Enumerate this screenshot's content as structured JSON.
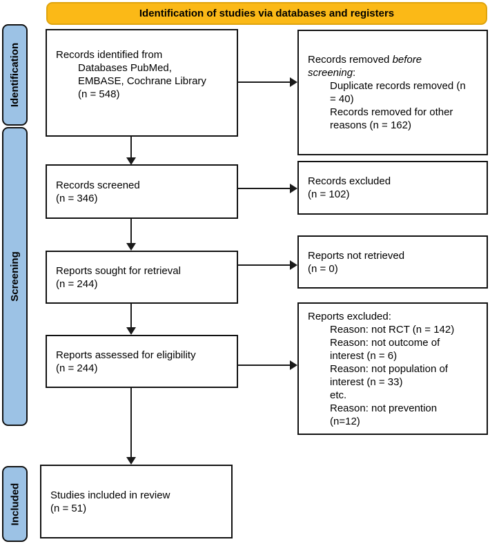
{
  "banner": {
    "label": "Identification of studies via databases and registers"
  },
  "stages": [
    {
      "label": "Identification"
    },
    {
      "label": "Screening"
    },
    {
      "label": "Included"
    }
  ],
  "colors": {
    "banner_bg": "#FBB917",
    "banner_border": "#DFA40E",
    "stage_bg": "#9CC2E5",
    "box_border": "#111111",
    "arrow": "#1a1a1a"
  },
  "counts": {
    "records_identified": 548,
    "duplicates_removed": 40,
    "removed_other_reasons": 162,
    "records_screened": 346,
    "records_excluded": 102,
    "reports_sought": 244,
    "reports_not_retrieved": 0,
    "reports_assessed": 244,
    "excluded_not_rct": 142,
    "excluded_not_outcome": 6,
    "excluded_not_population": 33,
    "excluded_not_prevention": 12,
    "studies_included": 51
  },
  "flow_boxes": {
    "records_identified": {
      "lines": [
        {
          "segments": [
            {
              "text": "Records identified from"
            }
          ]
        },
        {
          "indent": true,
          "segments": [
            {
              "text": "Databases PubMed,"
            }
          ]
        },
        {
          "indent": true,
          "segments": [
            {
              "text": "EMBASE, Cochrane Library"
            }
          ]
        },
        {
          "indent": true,
          "segments": [
            {
              "text": "(n = 548)"
            }
          ]
        }
      ]
    },
    "records_removed": {
      "lines": [
        {
          "segments": [
            {
              "text": "Records removed "
            },
            {
              "text": "before",
              "italic": true
            }
          ]
        },
        {
          "segments": [
            {
              "text": "screening",
              "italic": true
            },
            {
              "text": ":"
            }
          ]
        },
        {
          "indent": true,
          "segments": [
            {
              "text": "Duplicate records removed (n"
            }
          ]
        },
        {
          "indent": true,
          "segments": [
            {
              "text": "= 40)"
            }
          ]
        },
        {
          "indent": true,
          "segments": [
            {
              "text": "Records removed for other"
            }
          ]
        },
        {
          "indent": true,
          "segments": [
            {
              "text": "reasons (n = 162)"
            }
          ]
        }
      ]
    },
    "records_screened": {
      "lines": [
        {
          "segments": [
            {
              "text": "Records screened"
            }
          ]
        },
        {
          "segments": [
            {
              "text": "(n = 346)"
            }
          ]
        }
      ]
    },
    "records_excluded": {
      "lines": [
        {
          "segments": [
            {
              "text": "Records excluded"
            }
          ]
        },
        {
          "segments": [
            {
              "text": "(n = 102)"
            }
          ]
        }
      ]
    },
    "reports_sought": {
      "lines": [
        {
          "segments": [
            {
              "text": "Reports sought for retrieval"
            }
          ]
        },
        {
          "segments": [
            {
              "text": "(n = 244)"
            }
          ]
        }
      ]
    },
    "reports_not_retrieved": {
      "lines": [
        {
          "segments": [
            {
              "text": "Reports not retrieved"
            }
          ]
        },
        {
          "segments": [
            {
              "text": "(n = 0)"
            }
          ]
        }
      ]
    },
    "reports_assessed": {
      "lines": [
        {
          "segments": [
            {
              "text": "Reports assessed for eligibility"
            }
          ]
        },
        {
          "segments": [
            {
              "text": "(n = 244)"
            }
          ]
        }
      ]
    },
    "reports_excluded": {
      "lines": [
        {
          "segments": [
            {
              "text": "Reports excluded:"
            }
          ]
        },
        {
          "indent": true,
          "segments": [
            {
              "text": "Reason: not RCT (n = 142)"
            }
          ]
        },
        {
          "indent": true,
          "segments": [
            {
              "text": "Reason: not outcome of"
            }
          ]
        },
        {
          "indent": true,
          "segments": [
            {
              "text": "interest (n = 6)"
            }
          ]
        },
        {
          "indent": true,
          "segments": [
            {
              "text": "Reason: not population of"
            }
          ]
        },
        {
          "indent": true,
          "segments": [
            {
              "text": "interest (n = 33)"
            }
          ]
        },
        {
          "indent": true,
          "segments": [
            {
              "text": "etc."
            }
          ]
        },
        {
          "indent": true,
          "segments": [
            {
              "text": "Reason: not prevention"
            }
          ]
        },
        {
          "indent": true,
          "segments": [
            {
              "text": "(n=12)"
            }
          ]
        }
      ]
    },
    "studies_included": {
      "lines": [
        {
          "segments": [
            {
              "text": "Studies included in review"
            }
          ]
        },
        {
          "segments": [
            {
              "text": "(n = 51)"
            }
          ]
        }
      ]
    }
  }
}
